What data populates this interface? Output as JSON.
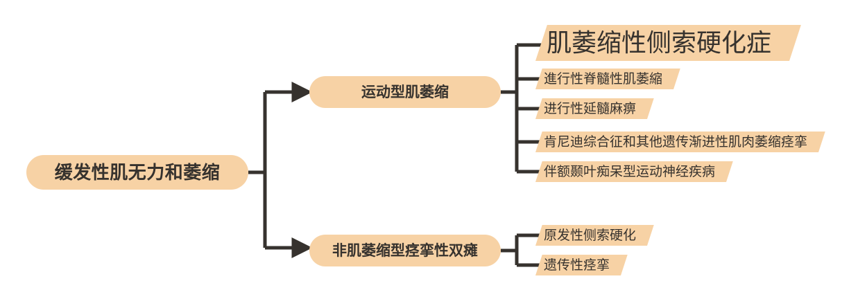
{
  "diagram": {
    "type": "mind-map",
    "orientation": "left-to-right",
    "colors": {
      "node_fill": "#F7D2A5",
      "text": "#36322E",
      "connector": "#36322E",
      "background": "#FFFFFF"
    },
    "root": {
      "id": "root",
      "label": "缓发性肌无力和萎缩"
    },
    "branches": [
      {
        "id": "motor",
        "label": "运动型肌萎缩",
        "leaves": [
          {
            "id": "als",
            "label": "肌萎缩性侧索硬化症",
            "emphasis": "large"
          },
          {
            "id": "psma",
            "label": "進行性脊髓性肌萎縮",
            "emphasis": "normal"
          },
          {
            "id": "pbp",
            "label": "进行性延髓麻痹",
            "emphasis": "normal"
          },
          {
            "id": "kennedy",
            "label": "肯尼迪综合征和其他遗传渐进性肌肉萎缩痉挛",
            "emphasis": "normal"
          },
          {
            "id": "mnd-ftd",
            "label": "伴额颞叶痴呆型运动神经疾病",
            "emphasis": "normal"
          }
        ]
      },
      {
        "id": "spastic",
        "label": "非肌萎缩型痉挛性双瘫",
        "leaves": [
          {
            "id": "pls",
            "label": "原发性侧索硬化",
            "emphasis": "normal"
          },
          {
            "id": "hs",
            "label": "遗传性痉挛",
            "emphasis": "normal"
          }
        ]
      }
    ]
  }
}
